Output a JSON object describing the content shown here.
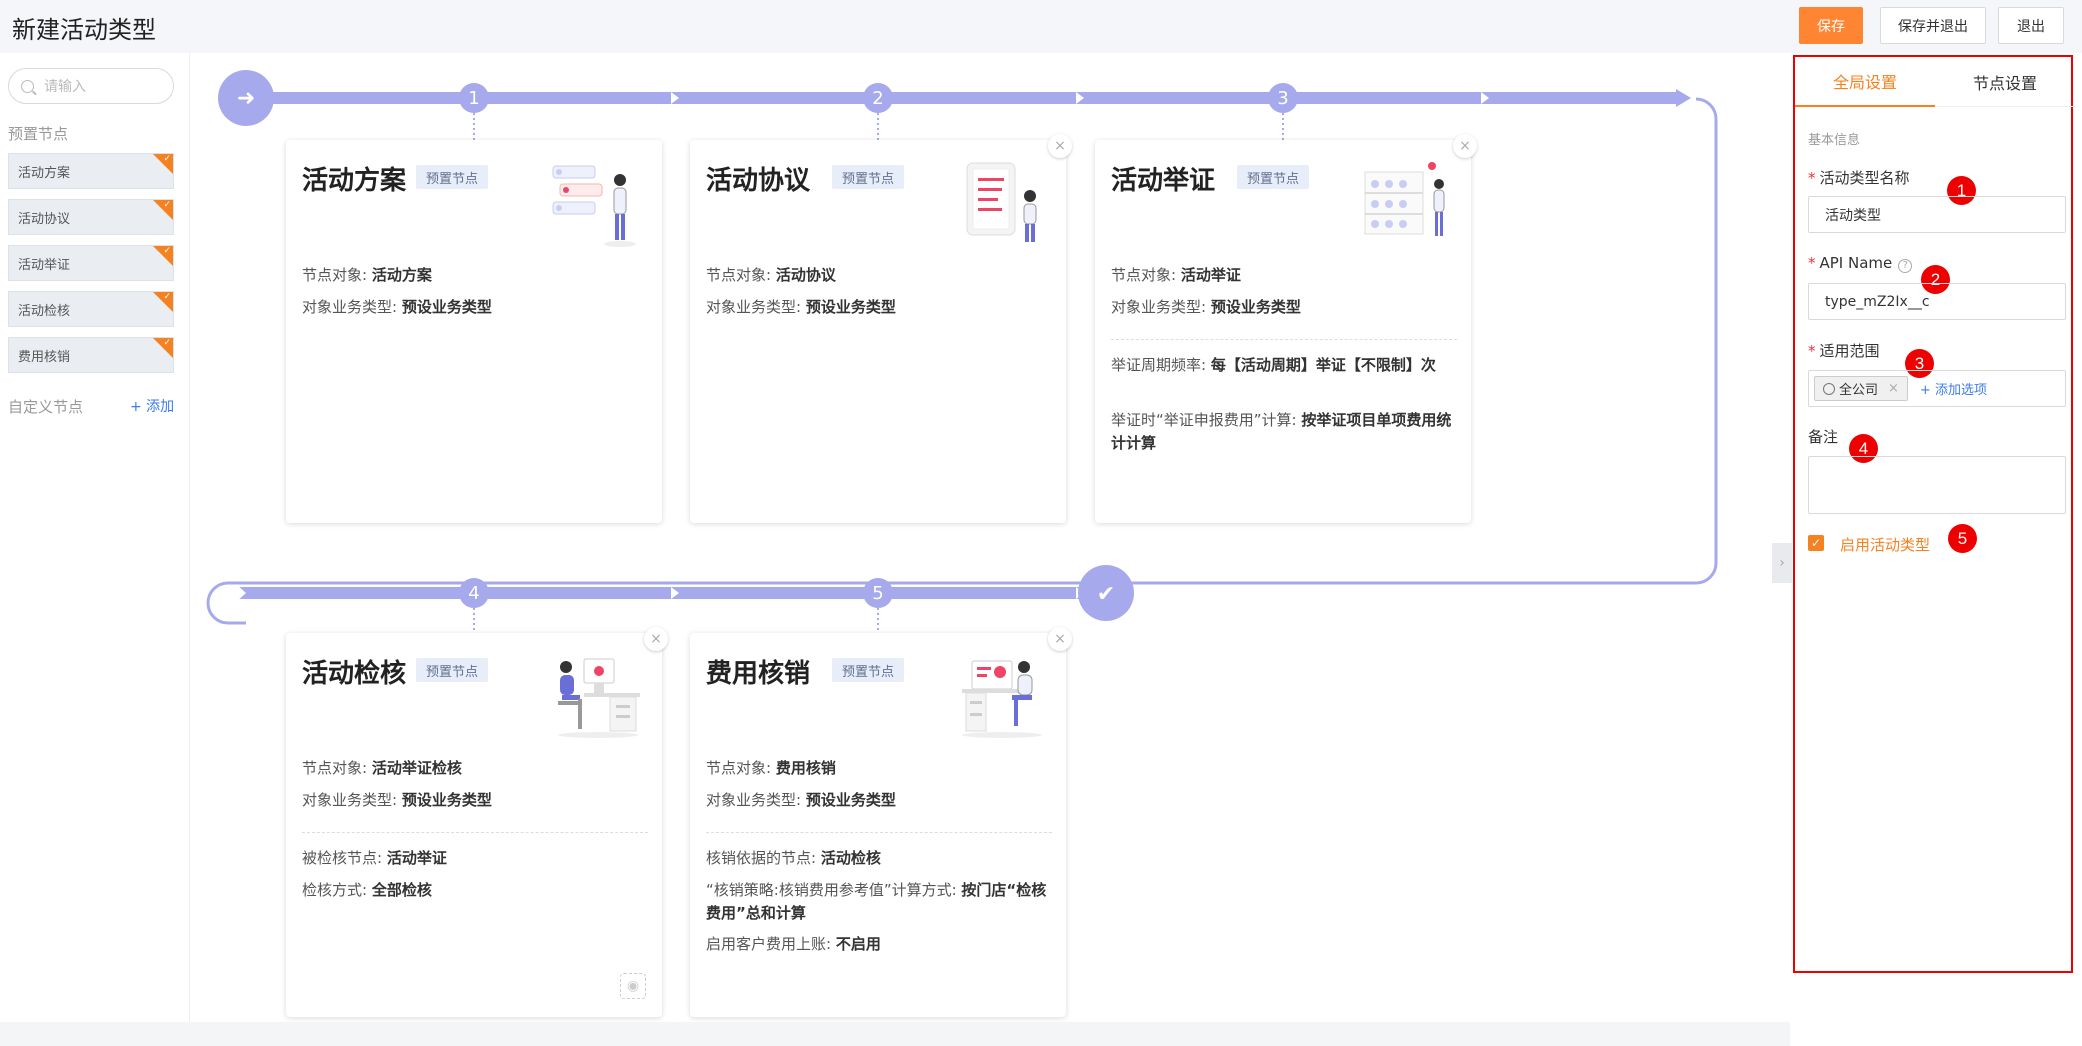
{
  "header": {
    "title": "新建活动类型",
    "save_label": "保存",
    "save_exit_label": "保存并退出",
    "exit_label": "退出"
  },
  "sidebar": {
    "search_placeholder": "请输入",
    "preset_label": "预置节点",
    "preset_items": [
      "活动方案",
      "活动协议",
      "活动举证",
      "活动检核",
      "费用核销"
    ],
    "custom_label": "自定义节点",
    "add_label": "+ 添加"
  },
  "flow": {
    "steps": [
      "1",
      "2",
      "3",
      "4",
      "5"
    ],
    "cards": [
      {
        "title": "活动方案",
        "badge": "预置节点",
        "lines": [
          {
            "k": "节点对象: ",
            "v": "活动方案"
          },
          {
            "k": "对象业务类型: ",
            "v": "预设业务类型"
          }
        ],
        "extra": []
      },
      {
        "title": "活动协议",
        "badge": "预置节点",
        "lines": [
          {
            "k": "节点对象: ",
            "v": "活动协议"
          },
          {
            "k": "对象业务类型: ",
            "v": "预设业务类型"
          }
        ],
        "extra": []
      },
      {
        "title": "活动举证",
        "badge": "预置节点",
        "lines": [
          {
            "k": "节点对象: ",
            "v": "活动举证"
          },
          {
            "k": "对象业务类型: ",
            "v": "预设业务类型"
          }
        ],
        "extra": [
          {
            "k": "举证周期频率: ",
            "v": "每【活动周期】举证【不限制】次"
          },
          {
            "k": "举证时“举证申报费用”计算: ",
            "v": "按举证项目单项费用统计计算"
          }
        ]
      },
      {
        "title": "活动检核",
        "badge": "预置节点",
        "lines": [
          {
            "k": "节点对象: ",
            "v": "活动举证检核"
          },
          {
            "k": "对象业务类型: ",
            "v": "预设业务类型"
          }
        ],
        "extra": [
          {
            "k": "被检核节点: ",
            "v": "活动举证"
          },
          {
            "k": "检核方式: ",
            "v": "全部检核"
          }
        ]
      },
      {
        "title": "费用核销",
        "badge": "预置节点",
        "lines": [
          {
            "k": "节点对象: ",
            "v": "费用核销"
          },
          {
            "k": "对象业务类型: ",
            "v": "预设业务类型"
          }
        ],
        "extra": [
          {
            "k": "核销依据的节点: ",
            "v": "活动检核"
          },
          {
            "k": "“核销策略:核销费用参考值”计算方式: ",
            "v": "按门店“检核费用”总和计算"
          },
          {
            "k": "启用客户费用上账: ",
            "v": "不启用"
          }
        ]
      }
    ]
  },
  "panel": {
    "tab_global": "全局设置",
    "tab_node": "节点设置",
    "section": "基本信息",
    "field1_label": "活动类型名称",
    "field1_value": "活动类型",
    "field2_label": "API Name",
    "field2_value": "type_mZ2Ix__c",
    "field3_label": "适用范围",
    "field3_tag": "全公司",
    "field3_add": "+ 添加选项",
    "field4_label": "备注",
    "enable_label": "启用活动类型",
    "markers": [
      "1",
      "2",
      "3",
      "4",
      "5"
    ]
  },
  "colors": {
    "accent": "#f58220",
    "track": "#a6aaed",
    "primary_button": "#ff8533",
    "link": "#3d7be8",
    "highlight_border": "#e00000"
  }
}
